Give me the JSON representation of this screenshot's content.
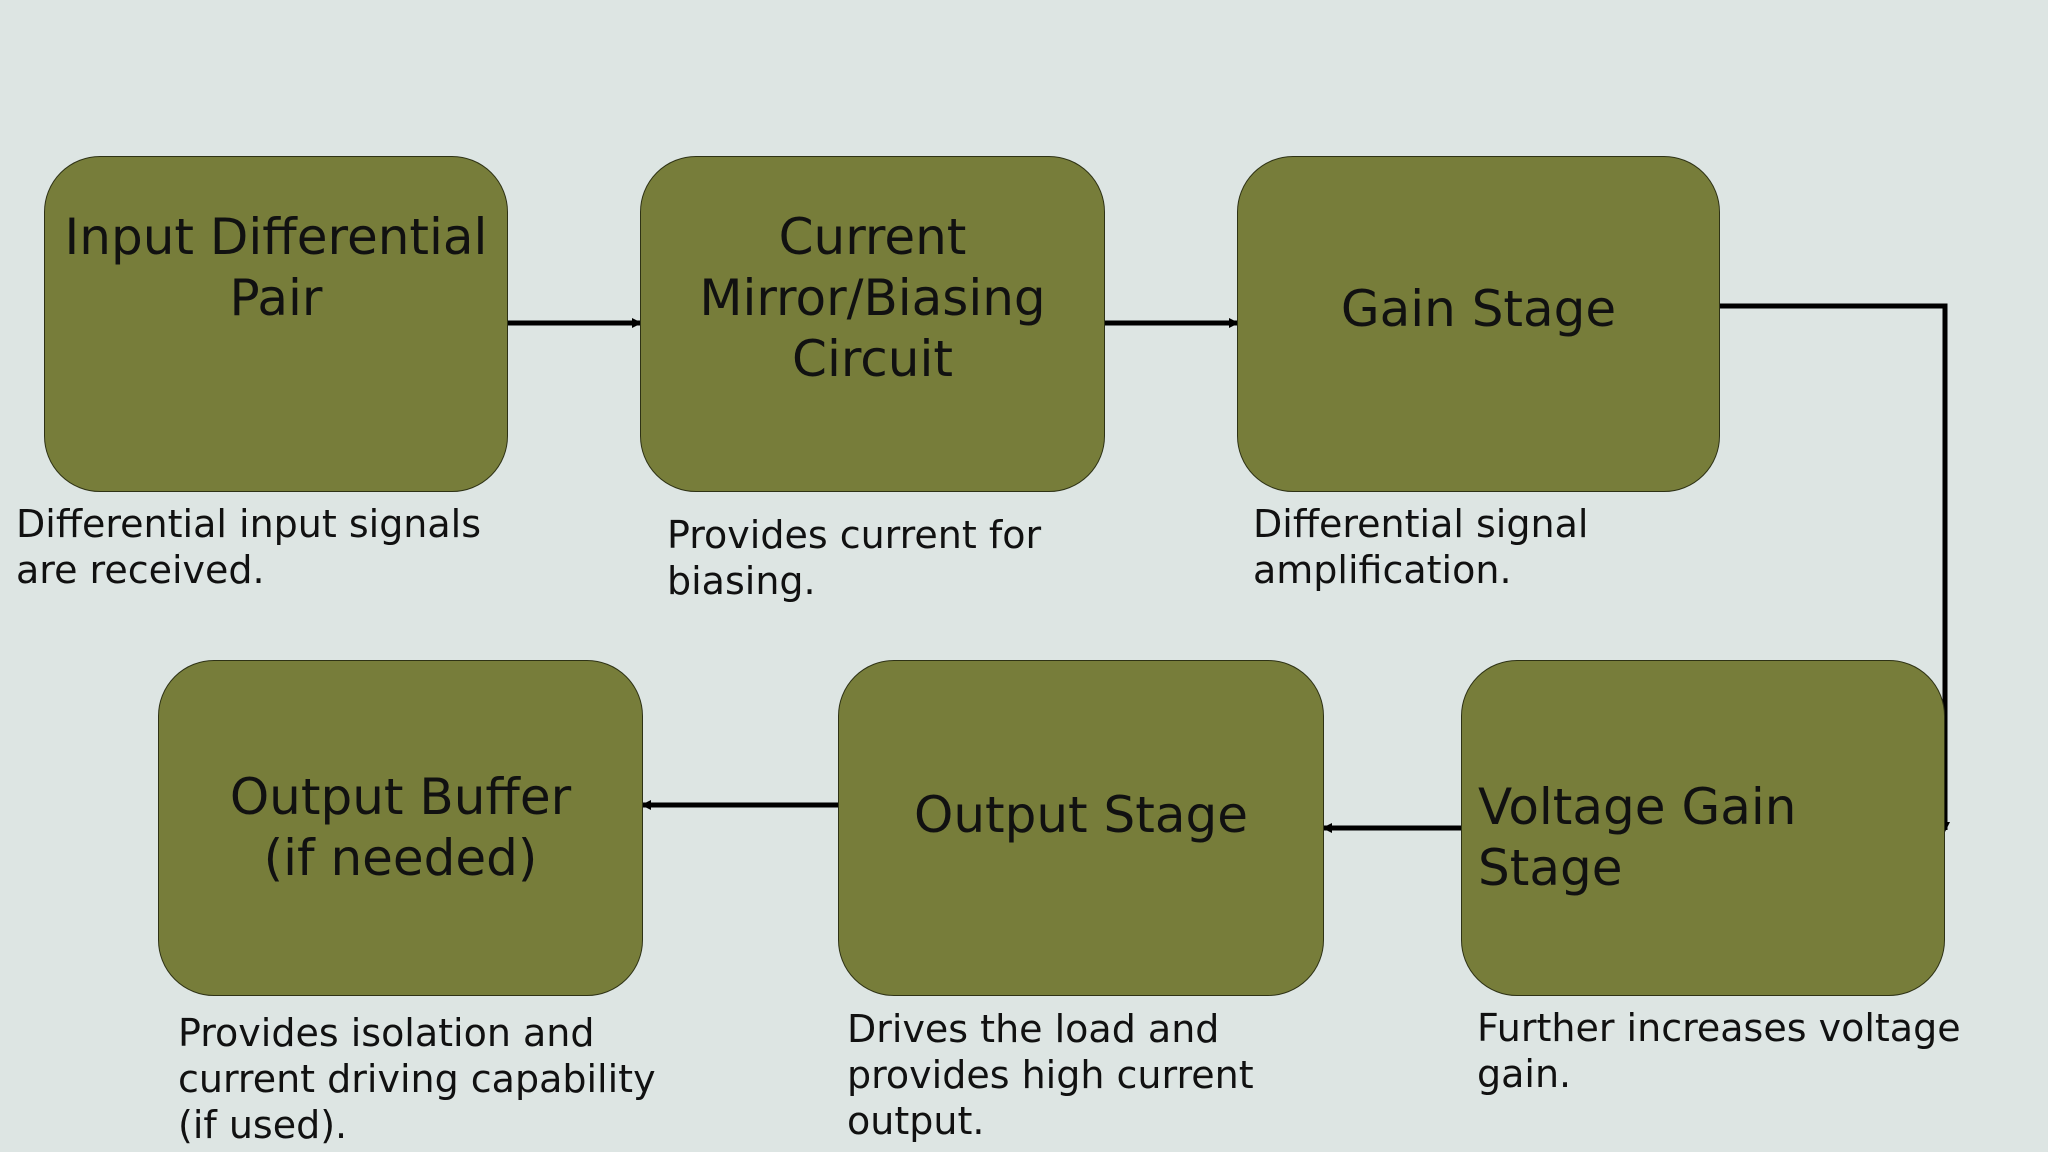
{
  "colors": {
    "background": "#dde5e3",
    "box_fill": "#777d3a",
    "box_border": "#2e3215",
    "arrow": "#000000",
    "text": "#111111"
  },
  "nodes": [
    {
      "id": "input-differential-pair",
      "label": "Input Differential\nPair",
      "description": "Differential input signals\nare received."
    },
    {
      "id": "current-mirror-biasing",
      "label": "Current\nMirror/Biasing\nCircuit",
      "description": "Provides current for\nbiasing."
    },
    {
      "id": "gain-stage",
      "label": "Gain Stage",
      "description": "Differential signal\namplification."
    },
    {
      "id": "voltage-gain-stage",
      "label": "Voltage Gain\nStage",
      "description": "Further increases voltage\ngain."
    },
    {
      "id": "output-stage",
      "label": "Output Stage",
      "description": "Drives the load and\nprovides high current\noutput."
    },
    {
      "id": "output-buffer",
      "label": "Output Buffer\n(if needed)",
      "description": "Provides isolation and\ncurrent driving capability\n(if used)."
    }
  ],
  "edges": [
    {
      "from": "input-differential-pair",
      "to": "current-mirror-biasing"
    },
    {
      "from": "current-mirror-biasing",
      "to": "gain-stage"
    },
    {
      "from": "gain-stage",
      "to": "voltage-gain-stage"
    },
    {
      "from": "voltage-gain-stage",
      "to": "output-stage"
    },
    {
      "from": "output-stage",
      "to": "output-buffer"
    }
  ]
}
